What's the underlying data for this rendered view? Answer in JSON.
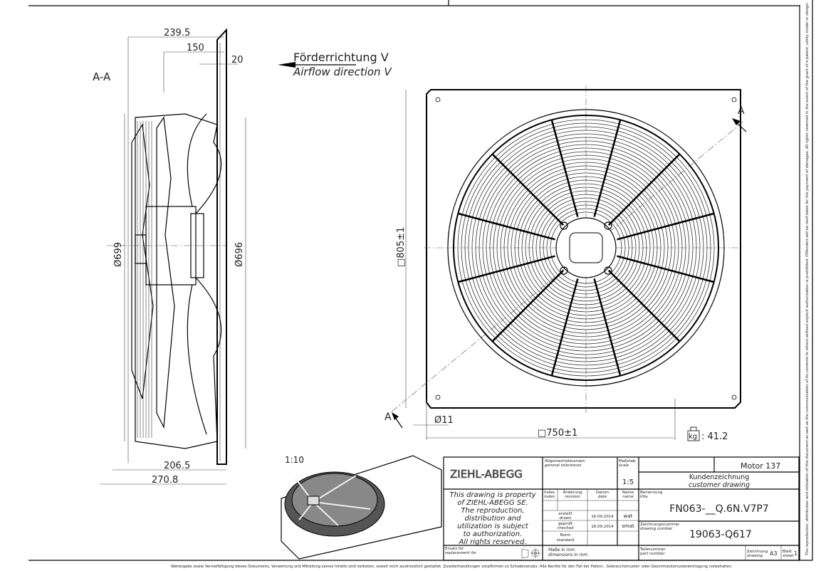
{
  "section_label": "A-A",
  "section_marker": "A",
  "airflow": {
    "de": "Förderrichtung V",
    "en": "Airflow direction V"
  },
  "dimensions": {
    "d239": "239.5",
    "d150": "150",
    "d20": "20",
    "d699": "Ø699",
    "d696": "Ø696",
    "d206": "206.5",
    "d270": "270.8",
    "d805": "□805±1",
    "d750": "□750±1",
    "d11": "Ø11"
  },
  "iso_scale": "1:10",
  "weight": {
    "unit": "kg",
    "value": ": 41.2"
  },
  "title_block": {
    "logo": "ZIEHL-ABEGG",
    "tolerances_de": "Allgemeintoleranzen",
    "tolerances_en": "general tolerances",
    "scale_de": "Maßstab",
    "scale_en": "scale",
    "scale_value": "1:5",
    "motor": "Motor 137",
    "doc_type_de": "Kundenzeichnung",
    "doc_type_en": "customer drawing",
    "property_lines": [
      "This drawing is property",
      "of ZIEHL-ABEGG SE.",
      "The reproduction,",
      "distribution and",
      "utilization is subject",
      "to authorization.",
      "All rights reserved."
    ],
    "index_de": "Index",
    "index_en": "index",
    "revision_de": "Änderung",
    "revision_en": "revision",
    "date_de": "Datum",
    "date_en": "date",
    "name_de": "Name",
    "name_en": "name",
    "title_de": "Benennung",
    "title_en": "title",
    "title_value": "FN063-__Q.6N.V7P7",
    "drawn_de": "erstellt",
    "drawn_en": "drawn",
    "drawn_date": "16.09.2014",
    "drawn_name": "wat",
    "checked_de": "geprüft",
    "checked_en": "checked",
    "checked_date": "16.09.2014",
    "checked_name": "smat",
    "standard_de": "Norm",
    "standard_en": "standard",
    "drawing_no_de": "Zeichnungsnummer",
    "drawing_no_en": "drawing number",
    "drawing_no": "19063-Q617",
    "replacement_de": "Ersatz für",
    "replacement_en": "replacement for",
    "units_de": "Maße in mm",
    "units_en": "dimensions in mm",
    "part_no_de": "Teilenummer",
    "part_no_en": "part number",
    "drawing_de": "Zeichnung",
    "drawing_en": "drawing",
    "format": "A3",
    "sheet_de": "Blatt",
    "sheet_en": "sheet",
    "sheet": "1"
  },
  "footer_text": "Weitergabe sowie Vervielfältigung dieses Dokuments, Verwertung und Mitteilung seines Inhalts sind verboten, soweit nicht ausdrücklich gestattet. Zuwiderhandlungen verpflichten zu Schadenersatz.   Alle Rechte für den Fall der Patent-, Gebrauchsmuster- oder Geschmacksmustereintragung vorbehalten.",
  "side_text": "The reproduction, distribution and utilization of this document as well as the communication of its contents to others without explicit authorization is prohibited. Offenders will be held liable for the payment of damages. All rights reserved in the event of the grant of a patent, utility model or design."
}
